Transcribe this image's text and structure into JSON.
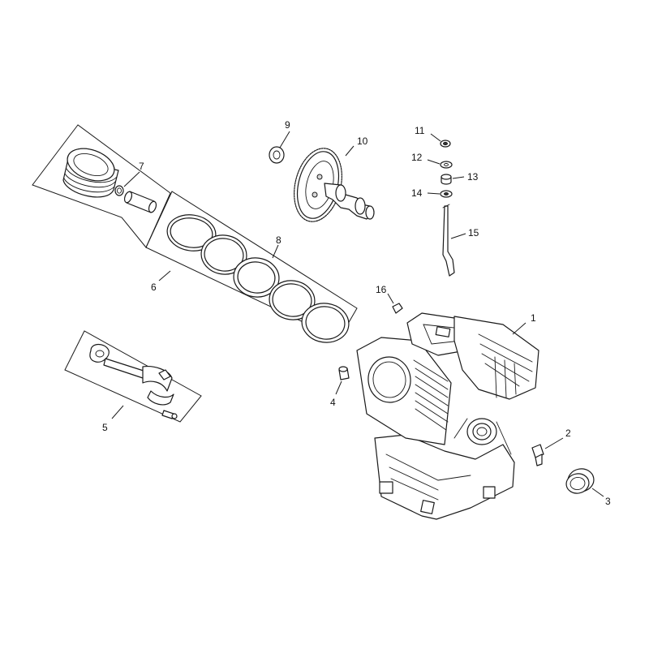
{
  "callouts": {
    "c1": "1",
    "c2": "2",
    "c3": "3",
    "c4": "4",
    "c5": "5",
    "c6": "6",
    "c7": "7",
    "c8": "8",
    "c9": "9",
    "c10": "10",
    "c11": "11",
    "c12": "12",
    "c13": "13",
    "c14": "14",
    "c15": "15",
    "c16": "16"
  },
  "colors": {
    "line": "#1a1a1a",
    "background": "#ffffff",
    "shade": "#d9d9d9"
  }
}
